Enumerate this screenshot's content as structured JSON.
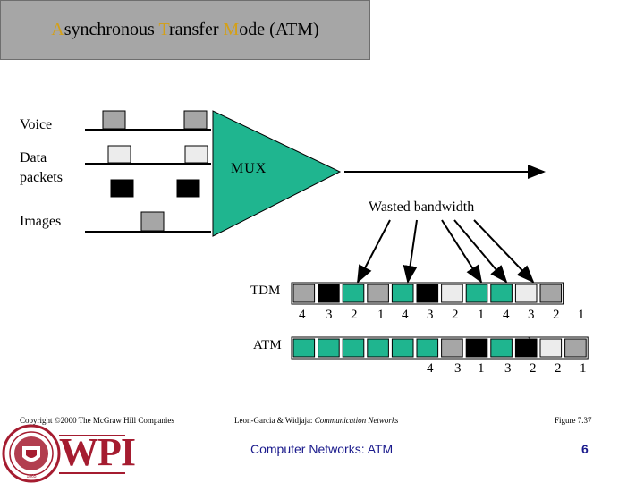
{
  "title": {
    "initials": [
      "A",
      "T",
      "M"
    ],
    "rest": [
      "synchronous ",
      "ransfer ",
      "ode (ATM)"
    ]
  },
  "sources": {
    "voice": "Voice",
    "data_line1": "Data",
    "data_line2": "packets",
    "images": "Images"
  },
  "mux_label": "MUX",
  "wasted_label": "Wasted bandwidth",
  "tdm": {
    "label": "TDM",
    "slots": [
      "gray",
      "black",
      "green",
      "gray",
      "green",
      "black",
      "light",
      "green",
      "green",
      "light",
      "gray"
    ],
    "numbers": [
      "4",
      "3",
      "2",
      "1",
      "4",
      "3",
      "2",
      "1",
      "4",
      "3",
      "2",
      "1"
    ]
  },
  "atm": {
    "label": "ATM",
    "slots": [
      "green",
      "green",
      "green",
      "green",
      "green",
      "green",
      "gray",
      "black",
      "green",
      "black",
      "light",
      "gray"
    ],
    "tick_mark": "`",
    "numbers": [
      "4",
      "3",
      "1",
      "3",
      "2",
      "2",
      "1"
    ]
  },
  "footer": {
    "copyright": "Copyright ©2000 The McGraw Hill Companies",
    "citation_authors": "Leon-Garcia & Widjaja:",
    "citation_title": "Communication Networks",
    "figure": "Figure 7.37",
    "course_title": "Computer Networks: ATM",
    "page_number": "6",
    "logo_text": "WPI",
    "seal_year": "1865"
  },
  "colors": {
    "green": "#1fb58f",
    "gray": "#a6a6a6",
    "light": "#ececec",
    "black": "#000000",
    "title_initial": "#d4a017",
    "logo_red": "#a51c30",
    "course_blue": "#1a1a8c"
  }
}
